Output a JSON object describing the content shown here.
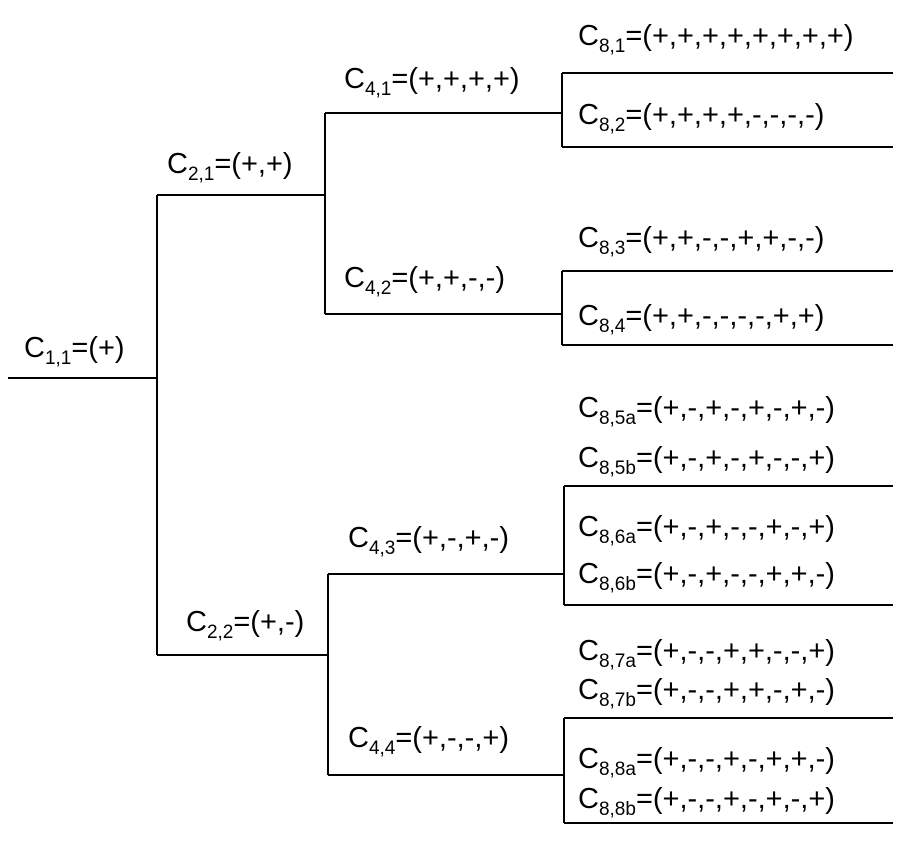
{
  "colors": {
    "line": "#000000",
    "text": "#000000",
    "background": "#ffffff"
  },
  "nodes": {
    "c1_1": {
      "symbol": "C",
      "index": "1,1",
      "sequence": "=(+)"
    },
    "c2_1": {
      "symbol": "C",
      "index": "2,1",
      "sequence": "=(+,+)"
    },
    "c2_2": {
      "symbol": "C",
      "index": "2,2",
      "sequence": "=(+,-)"
    },
    "c4_1": {
      "symbol": "C",
      "index": "4,1",
      "sequence": "=(+,+,+,+)"
    },
    "c4_2": {
      "symbol": "C",
      "index": "4,2",
      "sequence": "=(+,+,-,-)"
    },
    "c4_3": {
      "symbol": "C",
      "index": "4,3",
      "sequence": "=(+,-,+,-)"
    },
    "c4_4": {
      "symbol": "C",
      "index": "4,4",
      "sequence": "=(+,-,-,+)"
    },
    "c8_1": {
      "symbol": "C",
      "index": "8,1",
      "sequence": "=(+,+,+,+,+,+,+,+)"
    },
    "c8_2": {
      "symbol": "C",
      "index": "8,2",
      "sequence": "=(+,+,+,+,-,-,-,-)"
    },
    "c8_3": {
      "symbol": "C",
      "index": "8,3",
      "sequence": "=(+,+,-,-,+,+,-,-)"
    },
    "c8_4": {
      "symbol": "C",
      "index": "8,4",
      "sequence": "=(+,+,-,-,-,-,+,+)"
    },
    "c8_5a": {
      "symbol": "C",
      "index": "8,5a",
      "sequence": "=(+,-,+,-,+,-,+,-)"
    },
    "c8_5b": {
      "symbol": "C",
      "index": "8,5b",
      "sequence": "=(+,-,+,-,+,-,-,+)"
    },
    "c8_6a": {
      "symbol": "C",
      "index": "8,6a",
      "sequence": "=(+,-,+,-,-,+,-,+)"
    },
    "c8_6b": {
      "symbol": "C",
      "index": "8,6b",
      "sequence": "=(+,-,+,-,-,+,+,-)"
    },
    "c8_7a": {
      "symbol": "C",
      "index": "8,7a",
      "sequence": "=(+,-,-,+,+,-,-,+)"
    },
    "c8_7b": {
      "symbol": "C",
      "index": "8,7b",
      "sequence": "=(+,-,-,+,+,-,+,-)"
    },
    "c8_8a": {
      "symbol": "C",
      "index": "8,8a",
      "sequence": "=(+,-,-,+,-,+,+,-)"
    },
    "c8_8b": {
      "symbol": "C",
      "index": "8,8b",
      "sequence": "=(+,-,-,+,-,+,-,+)"
    }
  }
}
